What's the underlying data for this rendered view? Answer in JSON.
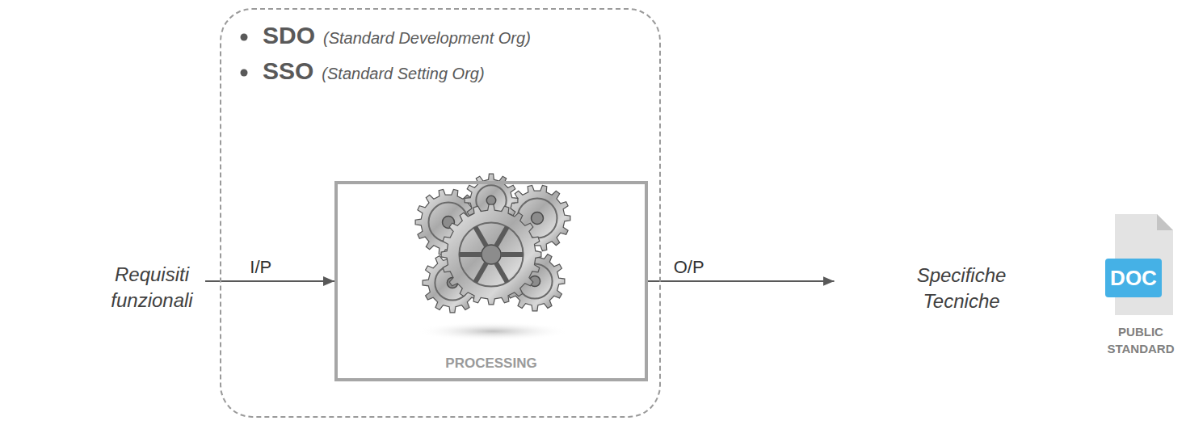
{
  "diagram": {
    "nodes": [
      {
        "text": [
          "Requisiti funzionali"
        ]
      },
      {
        "text": [
          "SDO",
          "(Standard Development Org)",
          "SSO",
          "(Standard Setting Org)"
        ]
      },
      {
        "text": [
          "PROCESSING"
        ],
        "in": 1
      },
      {
        "text": [
          "Specifiche Tecniche"
        ]
      },
      {
        "text": [
          "DOC",
          "PUBLIC STANDARD"
        ]
      }
    ],
    "edges": [
      {
        "from": 0,
        "to": 2,
        "arrow": "to",
        "label": "I/P"
      },
      {
        "from": 2,
        "to": 3,
        "arrow": "to",
        "label": "O/P"
      }
    ]
  }
}
